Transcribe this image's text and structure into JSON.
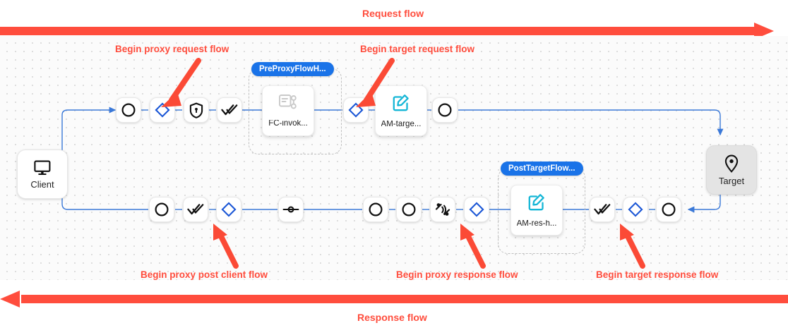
{
  "bands": {
    "request_label": "Request flow",
    "response_label": "Response flow",
    "color": "#ff4d3d"
  },
  "annotations": [
    {
      "id": "begin-proxy-request-flow",
      "text": "Begin proxy request flow"
    },
    {
      "id": "begin-target-request-flow",
      "text": "Begin target request flow"
    },
    {
      "id": "begin-proxy-post-client-flow",
      "text": "Begin proxy post client flow"
    },
    {
      "id": "begin-proxy-response-flow",
      "text": "Begin proxy response flow"
    },
    {
      "id": "begin-target-response-flow",
      "text": "Begin target response flow"
    }
  ],
  "endpoints": {
    "client": {
      "label": "Client",
      "icon": "monitor-icon"
    },
    "target": {
      "label": "Target",
      "icon": "location-pin-icon"
    }
  },
  "groups": [
    {
      "id": "preproxyflowhook",
      "badge": "PreProxyFlowH..."
    },
    {
      "id": "posttargetflow",
      "badge": "PostTargetFlow..."
    }
  ],
  "cards": [
    {
      "id": "fc-invoke",
      "label": "FC-invok...",
      "icon": "flow-callout-icon",
      "icon_color": "#c9c9c9"
    },
    {
      "id": "am-target",
      "label": "AM-targe...",
      "icon": "edit-square-icon",
      "icon_color": "#15b6d6"
    },
    {
      "id": "am-res",
      "label": "AM-res-h...",
      "icon": "edit-square-icon",
      "icon_color": "#15b6d6"
    }
  ],
  "request_row_nodes": [
    {
      "id": "rq-1",
      "icon": "circle-icon"
    },
    {
      "id": "rq-2",
      "icon": "diamond-icon"
    },
    {
      "id": "rq-3",
      "icon": "shield-lock-icon"
    },
    {
      "id": "rq-4",
      "icon": "double-check-icon"
    },
    {
      "id": "rq-5",
      "icon": "diamond-icon"
    },
    {
      "id": "rq-6",
      "icon": "circle-icon"
    }
  ],
  "response_row_nodes": [
    {
      "id": "rs-1",
      "icon": "circle-icon"
    },
    {
      "id": "rs-2",
      "icon": "double-check-icon"
    },
    {
      "id": "rs-3",
      "icon": "diamond-icon"
    },
    {
      "id": "rs-4",
      "icon": "endpoint-line-icon"
    },
    {
      "id": "rs-5",
      "icon": "circle-icon"
    },
    {
      "id": "rs-6",
      "icon": "circle-icon"
    },
    {
      "id": "rs-7",
      "icon": "signal-wave-icon"
    },
    {
      "id": "rs-8",
      "icon": "diamond-icon"
    },
    {
      "id": "rs-9",
      "icon": "double-check-icon"
    },
    {
      "id": "rs-10",
      "icon": "diamond-icon"
    },
    {
      "id": "rs-11",
      "icon": "circle-icon"
    }
  ],
  "colors": {
    "edge": "#3b79d8",
    "diamond": "#1a56d6",
    "accent_red": "#ff4d3d",
    "badge_blue": "#1a73e8",
    "canvas": "#fbfbfb"
  }
}
